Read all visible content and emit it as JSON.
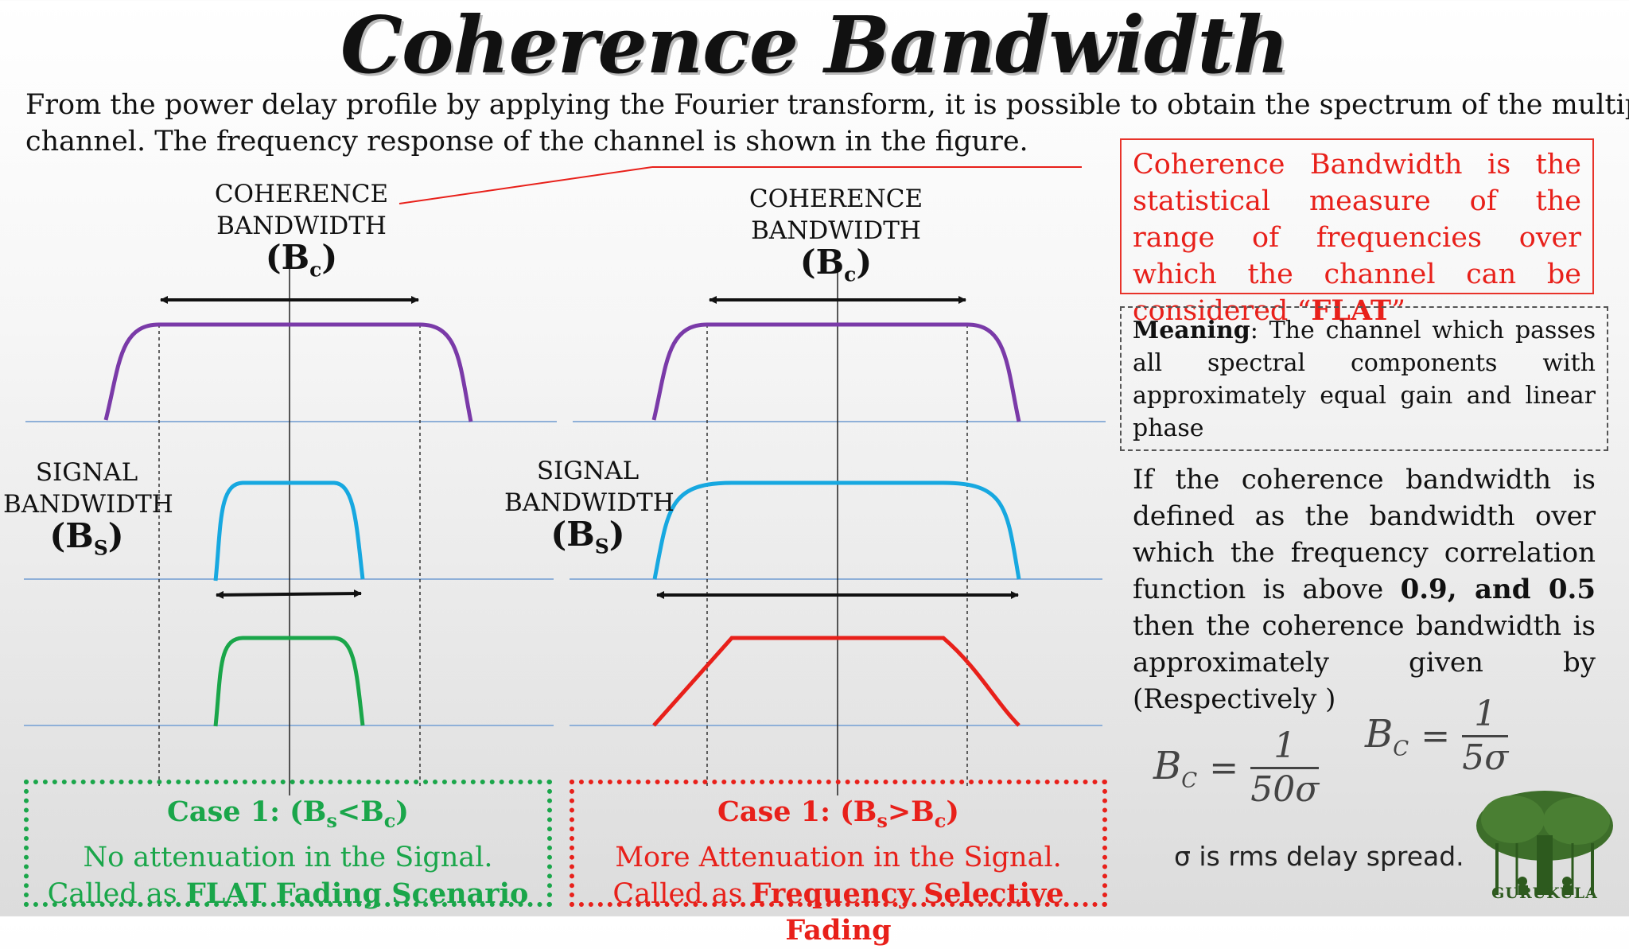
{
  "title": "Coherence Bandwidth",
  "intro": {
    "line1": "From the power delay profile by applying the Fourier transform, it is possible to obtain the spectrum of the multipath",
    "line2": "channel. The frequency response of the channel is shown in the figure."
  },
  "left_panel": {
    "coherence_label_1": "COHERENCE",
    "coherence_label_2": "BANDWIDTH",
    "coherence_symbol": "(B",
    "coherence_sub": "c",
    "coherence_close": ")",
    "signal_label_1": "SIGNAL",
    "signal_label_2": "BANDWIDTH",
    "signal_symbol": "(B",
    "signal_sub": "S",
    "signal_close": ")"
  },
  "right_panel": {
    "coherence_label_1": "COHERENCE",
    "coherence_label_2": "BANDWIDTH",
    "coherence_symbol": "(B",
    "coherence_sub": "c",
    "coherence_close": ")",
    "signal_label_1": "SIGNAL",
    "signal_label_2": "BANDWIDTH",
    "signal_symbol": "(B",
    "signal_sub": "S",
    "signal_close": ")"
  },
  "definition": {
    "text": "Coherence Bandwidth is the statistical measure of the range of frequencies over which the channel can be considered “",
    "bold": "FLAT",
    "end": "”"
  },
  "meaning": {
    "label": "Meaning",
    "text": ": The channel which passes all spectral components with approximately equal gain and linear phase"
  },
  "paragraph": {
    "part1": "If the coherence bandwidth is defined as the bandwidth over which the frequency correlation function is above ",
    "bold": "0.9, and 0.5",
    "part2": " then the coherence bandwidth is approximately given by (Respectively )"
  },
  "formulas": {
    "f1_lhs": "B",
    "f1_sub": "C",
    "f1_num": "1",
    "f1_den": "50σ",
    "f2_lhs": "B",
    "f2_sub": "C",
    "f2_num": "1",
    "f2_den": "5σ",
    "equals": "="
  },
  "sigma_note": "σ is rms delay spread.",
  "case_flat": {
    "title_pre": "Case 1: (B",
    "title_s": "s",
    "title_mid": "<B",
    "title_c": "c",
    "title_end": ")",
    "line1": "No attenuation in the Signal.",
    "line2_pre": "Called as ",
    "line2_bold": "FLAT Fading Scenario"
  },
  "case_selective": {
    "title_pre": "Case 1: (B",
    "title_s": "s",
    "title_mid": ">B",
    "title_c": "c",
    "title_end": ")",
    "line1": "More Attenuation in the Signal.",
    "line2_pre": "Called as ",
    "line2_bold": "Frequency Selective Fading"
  },
  "logo": {
    "text": "GURUKULA",
    "icon": "banyan-tree-icon"
  },
  "colors": {
    "channel": "#7a3aa8",
    "signal": "#17a8e0",
    "flat_output": "#1aa64a",
    "selective_output": "#e8201a",
    "baseline": "#8fb0d8"
  }
}
